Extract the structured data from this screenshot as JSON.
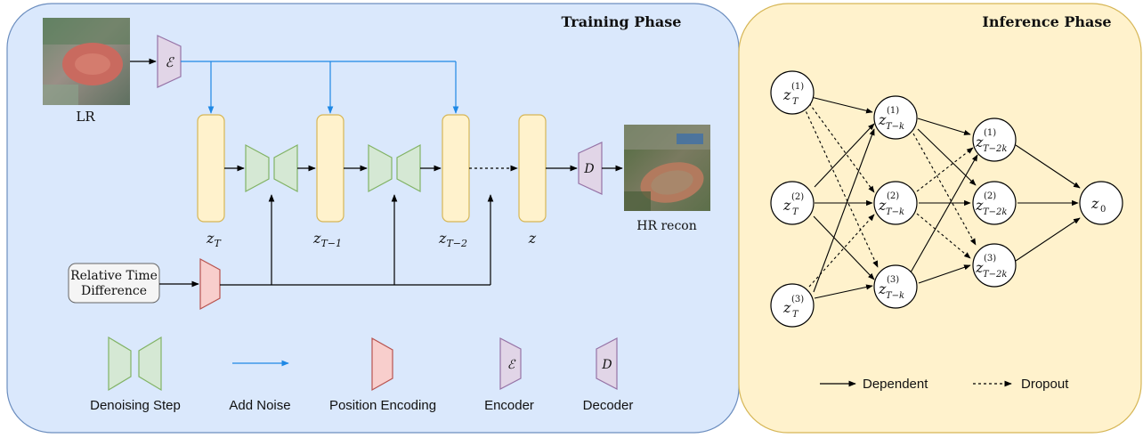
{
  "training_panel": {
    "title": "Training Phase",
    "lr_label": "LR",
    "encoder_symbol": "ℰ",
    "decoder_symbol": "D",
    "hr_label": "HR recon",
    "time_box_line1": "Relative Time",
    "time_box_line2": "Difference",
    "latents": [
      {
        "base": "z",
        "sub": "T"
      },
      {
        "base": "z",
        "sub": "T−1"
      },
      {
        "base": "z",
        "sub": "T−2"
      },
      {
        "base": "z",
        "sub": ""
      }
    ],
    "legend": {
      "denoising": "Denoising Step",
      "add_noise": "Add Noise",
      "position_encoding": "Position Encoding",
      "encoder": "Encoder",
      "encoder_symbol": "ℰ",
      "decoder": "Decoder",
      "decoder_symbol": "D"
    }
  },
  "inference_panel": {
    "title": "Inference Phase",
    "nodes_col1": [
      {
        "sup": "(1)",
        "sub": "T"
      },
      {
        "sup": "(2)",
        "sub": "T"
      },
      {
        "sup": "(3)",
        "sub": "T"
      }
    ],
    "nodes_col2": [
      {
        "sup": "(1)",
        "sub": "T−k"
      },
      {
        "sup": "(2)",
        "sub": "T−k"
      },
      {
        "sup": "(3)",
        "sub": "T−k"
      }
    ],
    "nodes_col3": [
      {
        "sup": "(1)",
        "sub": "T−2k"
      },
      {
        "sup": "(2)",
        "sub": "T−2k"
      },
      {
        "sup": "(3)",
        "sub": "T−2k"
      }
    ],
    "final_node": {
      "base": "z",
      "sub": "0"
    },
    "legend": {
      "dependent": "Dependent",
      "dropout": "Dropout"
    }
  },
  "colors": {
    "training_bg": "#dae8fc",
    "training_border": "#6c8ebf",
    "inference_bg": "#fff2cc",
    "inference_border": "#d6b656",
    "latent_fill": "#fff2cc",
    "latent_stroke": "#d6b656",
    "denoise_fill": "#d5e8d4",
    "denoise_stroke": "#82b366",
    "enc_fill": "#e1d5e7",
    "enc_stroke": "#9673a6",
    "pos_fill": "#f8cecc",
    "pos_stroke": "#b85450",
    "noise_arrow": "#1e88e5"
  }
}
